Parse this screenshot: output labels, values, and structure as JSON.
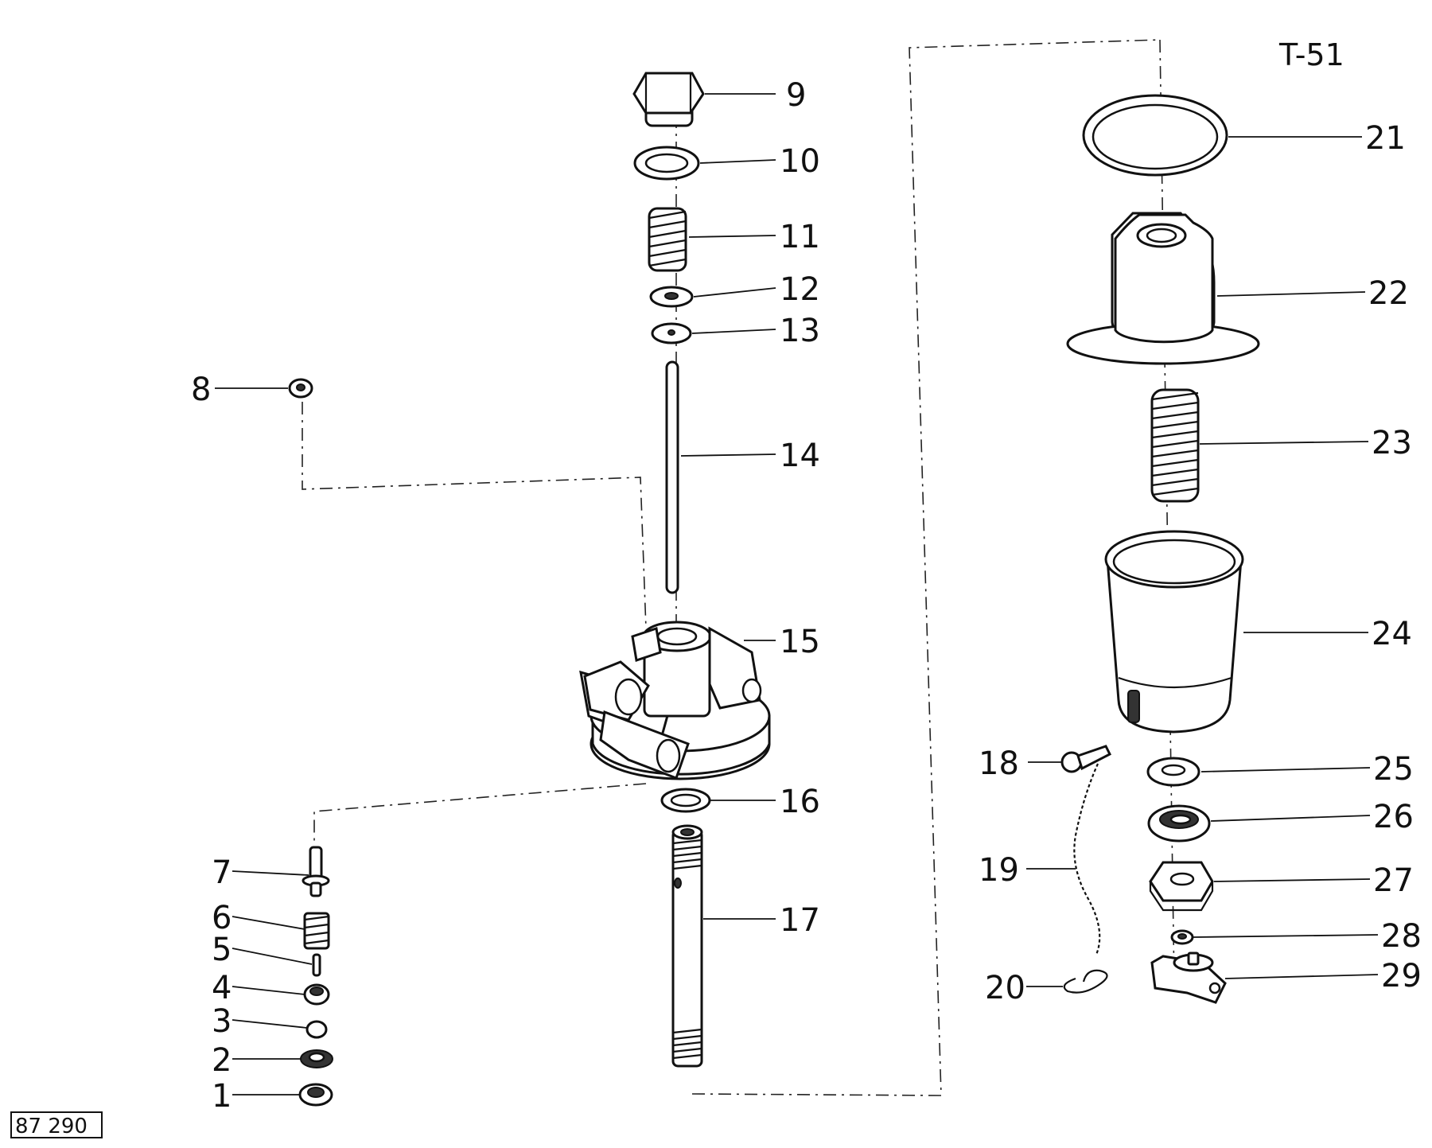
{
  "drawing": {
    "figure_code": "T-51",
    "reference_number": "87 290",
    "callouts": [
      "1",
      "2",
      "3",
      "4",
      "5",
      "6",
      "7",
      "8",
      "9",
      "10",
      "11",
      "12",
      "13",
      "14",
      "15",
      "16",
      "17",
      "18",
      "19",
      "20",
      "21",
      "22",
      "23",
      "24",
      "25",
      "26",
      "27",
      "28",
      "29"
    ]
  }
}
